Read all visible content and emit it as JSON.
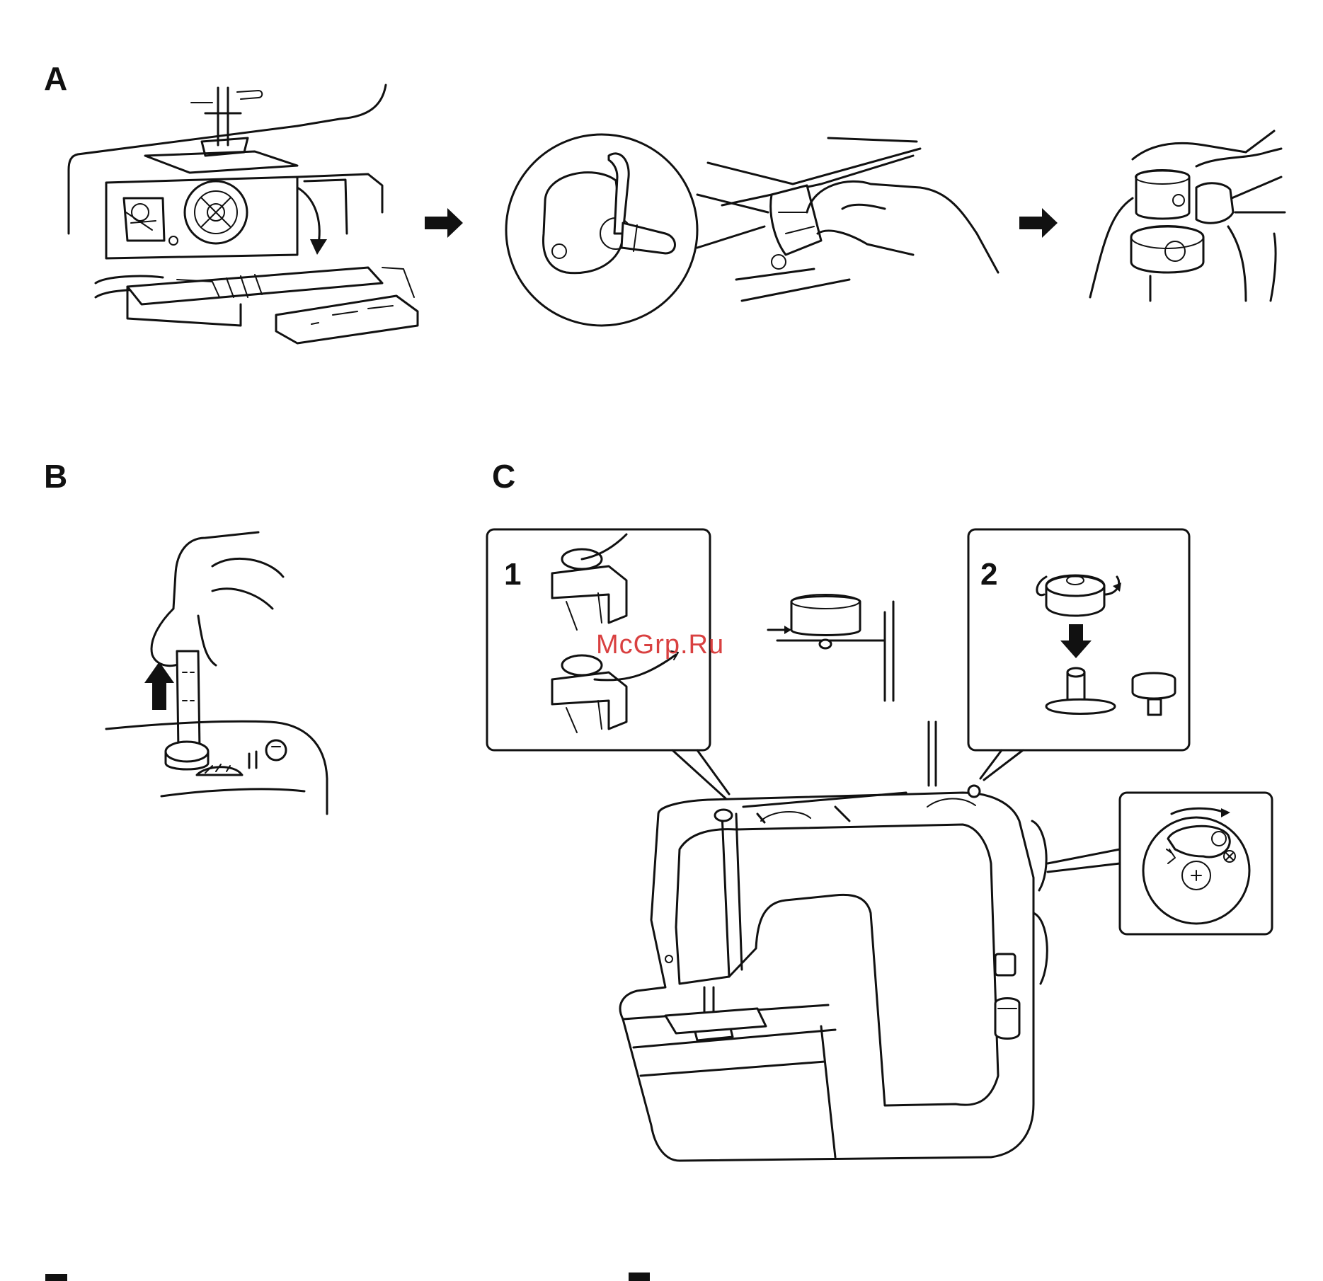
{
  "labels": {
    "section_a": "A",
    "section_b": "B",
    "section_c": "C",
    "inset_1": "1",
    "inset_2": "2"
  },
  "watermark": "McGrp.Ru",
  "colors": {
    "ink": "#111111",
    "watermark": "#d94040",
    "paper": "#ffffff"
  }
}
